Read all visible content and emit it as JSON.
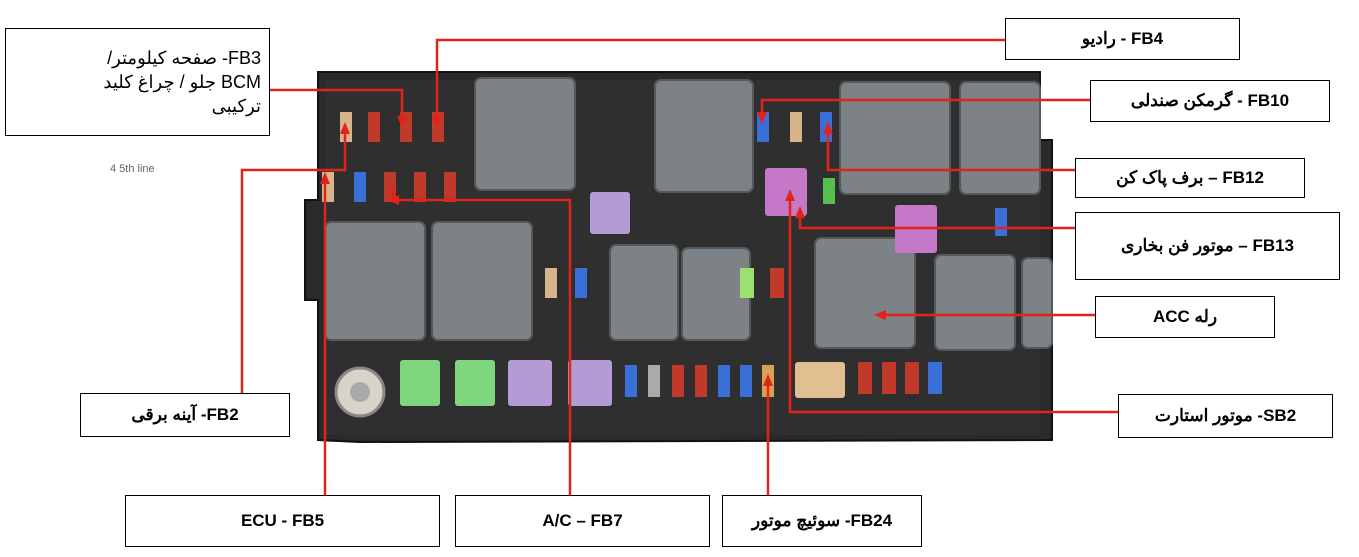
{
  "colors": {
    "box_body": "#2a2a2a",
    "relay": "#7c8285",
    "pointer_line": "#e2231a",
    "label_border": "#000000"
  },
  "box_caption": "4 5th line",
  "labels": {
    "fb4": "FB4 - راديو",
    "fb3_line1": "FB3- صفحه کیلومتر/",
    "fb3_line2": "BCM جلو / چراغ کلید",
    "fb3_line3": "ترکیبی",
    "fb10": "FB10 - گرمکن صندلی",
    "fb12": "FB12 – برف پاک کن",
    "fb13": "FB13 – موتور فن بخاری",
    "acc_relay": "رله ACC",
    "sb2": "SB2- موتور استارت",
    "fb2": "FB2-  آینه برقی",
    "fb5": "ECU - FB5",
    "fb7": "A/C – FB7",
    "fb24": "FB24- سوئیچ موتور"
  }
}
